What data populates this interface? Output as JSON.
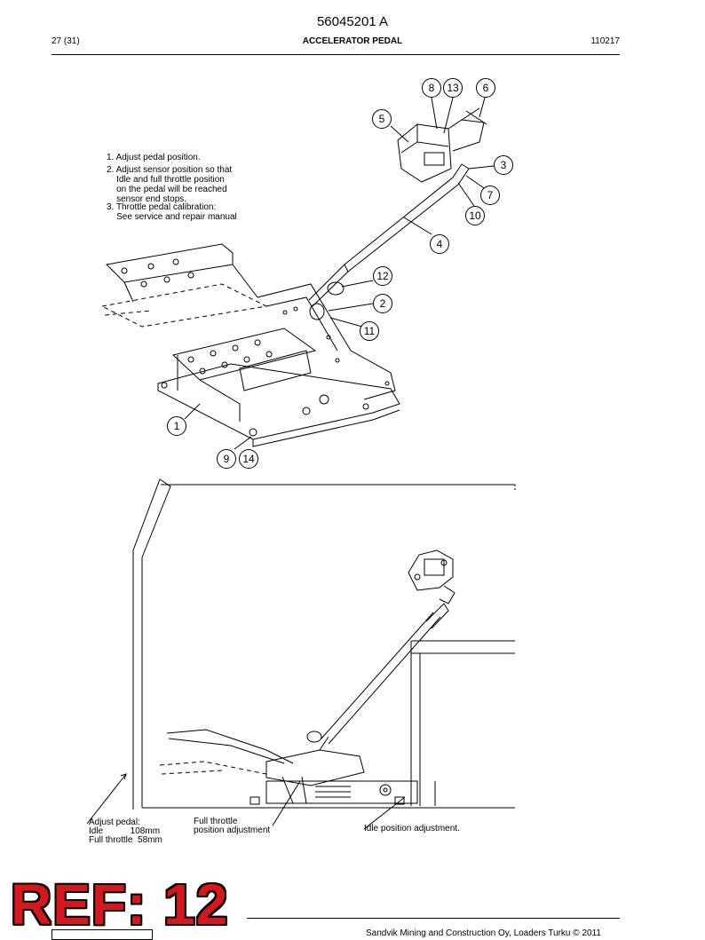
{
  "header": {
    "doc_number": "56045201 A",
    "page": "27 (31)",
    "title": "ACCELERATOR PEDAL",
    "date": "110217"
  },
  "instructions": [
    "1. Adjust pedal position.",
    "2. Adjust sensor position so that\n    Idle and full throttle position\n    on the pedal will be reached\n    sensor end stops.",
    "3. Throttle pedal calibration:\n    See service and repair manual"
  ],
  "callouts": [
    "8",
    "13",
    "6",
    "5",
    "3",
    "7",
    "10",
    "4",
    "12",
    "2",
    "11",
    "1",
    "9",
    "14"
  ],
  "captions": {
    "adjust_pedal": "Adjust pedal:\nIdle           108mm\nFull throttle  58mm",
    "full_throttle": "Full throttle\nposition adjustment",
    "idle_position": "Idle position adjustment."
  },
  "ref_label": "REF: 12",
  "footer": "Sandvik Mining and Construction Oy, Loaders Turku © 2011"
}
